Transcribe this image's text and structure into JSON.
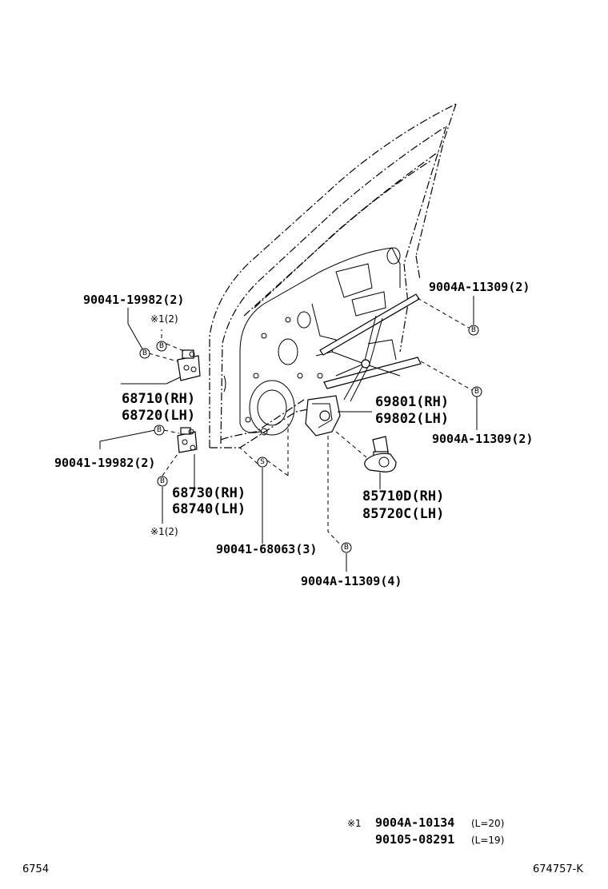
{
  "labels": {
    "hinge_bolt_upper": "90041-19982(2)",
    "star_note_upper": "※1(2)",
    "hinge_upper_rh": "68710(RH)",
    "hinge_upper_lh": "68720(LH)",
    "hinge_bolt_lower": "90041-19982(2)",
    "hinge_lower_rh": "68730(RH)",
    "hinge_lower_lh": "68740(LH)",
    "star_note_lower": "※1(2)",
    "screw": "90041-68063(3)",
    "bolt_bottom": "9004A-11309(4)",
    "bolt_top_right": "9004A-11309(2)",
    "regulator_rh": "69801(RH)",
    "regulator_lh": "69802(LH)",
    "bolt_mid_right": "9004A-11309(2)",
    "motor_rh": "85710D(RH)",
    "motor_lh": "85720C(LH)"
  },
  "callouts": {
    "b": "B",
    "s": "S"
  },
  "notes": {
    "star_mark": "※1",
    "note1_part": "9004A-10134",
    "note1_len": "(L=20)",
    "note2_part": "90105-08291",
    "note2_len": "(L=19)"
  },
  "footer": {
    "left": "6754",
    "right": "674757-K"
  }
}
